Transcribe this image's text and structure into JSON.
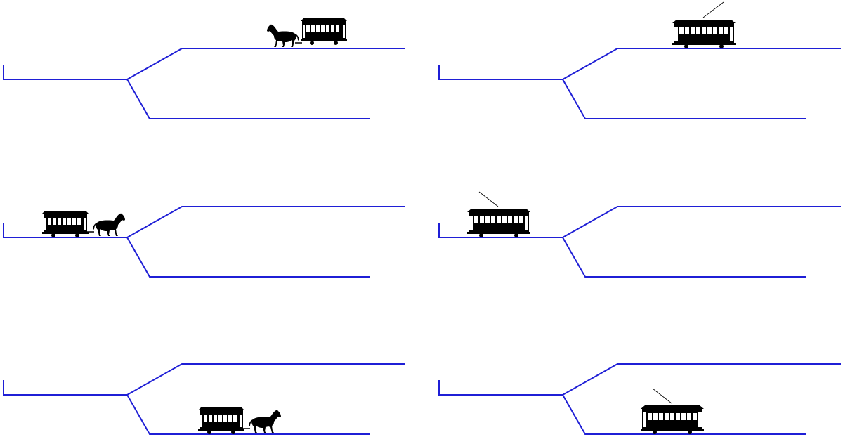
{
  "colors": {
    "track": "#1f1fd6",
    "vehicle": "#000000",
    "window": "#ffffff",
    "background": "#ffffff"
  },
  "panels": [
    {
      "id": "horse-tram-upper-branch",
      "vehicle": "horse-tram",
      "position": "upper-branch",
      "facing": "left"
    },
    {
      "id": "electric-tram-upper-branch",
      "vehicle": "electric-tram",
      "position": "upper-branch",
      "facing": "right"
    },
    {
      "id": "horse-tram-main-line",
      "vehicle": "horse-tram",
      "position": "main-line",
      "facing": "right"
    },
    {
      "id": "electric-tram-main-line",
      "vehicle": "electric-tram",
      "position": "main-line",
      "facing": "left"
    },
    {
      "id": "horse-tram-lower-branch",
      "vehicle": "horse-tram",
      "position": "lower-branch",
      "facing": "right"
    },
    {
      "id": "electric-tram-lower-branch",
      "vehicle": "electric-tram",
      "position": "lower-branch",
      "facing": "left"
    }
  ]
}
